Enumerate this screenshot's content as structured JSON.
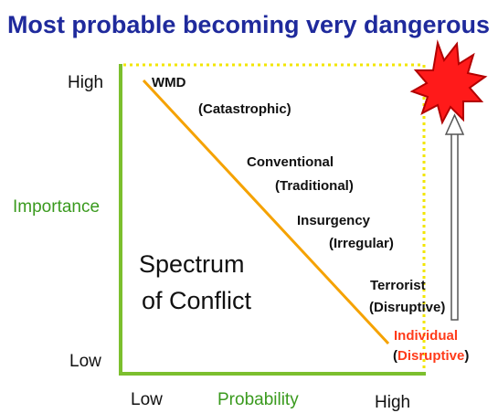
{
  "title": "Most probable becoming very dangerous",
  "axes": {
    "y_label": "Importance",
    "x_label": "Probability",
    "y_high": "High",
    "y_low": "Low",
    "x_low": "Low",
    "x_high": "High"
  },
  "center_text": {
    "line1": "Spectrum",
    "line2": "of Conflict"
  },
  "points": [
    {
      "line1": "WMD",
      "line2": "(Catastrophic)"
    },
    {
      "line1": "Conventional",
      "line2": "(Traditional)"
    },
    {
      "line1": "Insurgency",
      "line2": "(Irregular)"
    },
    {
      "line1": "Terrorist",
      "line2": "(Disruptive)"
    },
    {
      "line1": "Individual",
      "line2_open": "(",
      "line2_mid": "Disruptive",
      "line2_close": ")"
    }
  ],
  "colors": {
    "title": "#1f2a9c",
    "axis": "#7cbf2e",
    "axis_label": "#3a9a1e",
    "diagonal": "#f5a200",
    "dotted": "#f2e600",
    "burst_fill": "#ff1a1a",
    "burst_stroke": "#b30000",
    "highlight": "#ff3b1a",
    "text": "#111111"
  },
  "icons": {
    "burst": "explosion-burst-icon",
    "arrow": "up-arrow-icon"
  }
}
